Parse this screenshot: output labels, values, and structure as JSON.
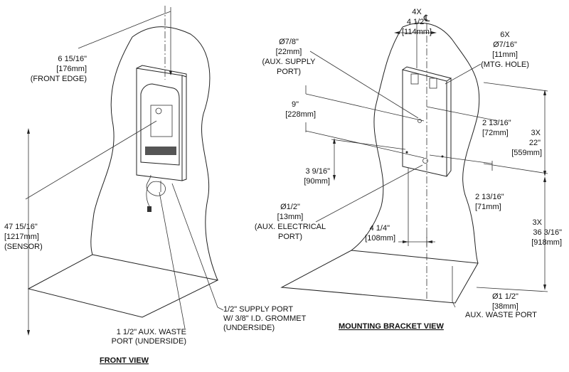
{
  "front_view": {
    "title": "FRONT VIEW",
    "dim_front_edge": [
      "6 15/16\"",
      "[176mm]",
      "(FRONT EDGE)"
    ],
    "dim_sensor": [
      "47 15/16\"",
      "[1217mm]",
      "(SENSOR)"
    ],
    "supply_port": [
      "1/2\" SUPPLY PORT",
      "W/ 3/8\" I.D. GROMMET",
      "(UNDERSIDE)"
    ],
    "waste_port": [
      "1 1/2\" AUX. WASTE",
      "PORT (UNDERSIDE)"
    ]
  },
  "bracket_view": {
    "title": "MOUNTING BRACKET VIEW",
    "dim_width_4x": [
      "4X",
      "4 1/2\"",
      "[114mm]"
    ],
    "centerline": "℄",
    "mtg_hole": [
      "6X",
      "Ø7/16\"",
      "[11mm]",
      "(MTG. HOLE)"
    ],
    "aux_supply": [
      "Ø7/8\"",
      "[22mm]",
      "(AUX. SUPPLY",
      "PORT)"
    ],
    "dim_9": [
      "9\"",
      "[228mm]"
    ],
    "dim_2_13_16_a": [
      "2 13/16\"",
      "[72mm]"
    ],
    "dim_3x_22": [
      "3X",
      "22\"",
      "[559mm]"
    ],
    "dim_3_9_16": [
      "3 9/16\"",
      "[90mm]"
    ],
    "dim_2_13_16_b": [
      "2 13/16\"",
      "[71mm]"
    ],
    "aux_electrical": [
      "Ø1/2\"",
      "[13mm]",
      "(AUX. ELECTRICAL",
      "PORT)"
    ],
    "dim_4_1_4": [
      "4 1/4\"",
      "[108mm]"
    ],
    "dim_3x_36": [
      "3X",
      "36 3/16\"",
      "[918mm]"
    ],
    "aux_waste": [
      "Ø1 1/2\"",
      "[38mm]",
      "AUX. WASTE PORT"
    ]
  }
}
